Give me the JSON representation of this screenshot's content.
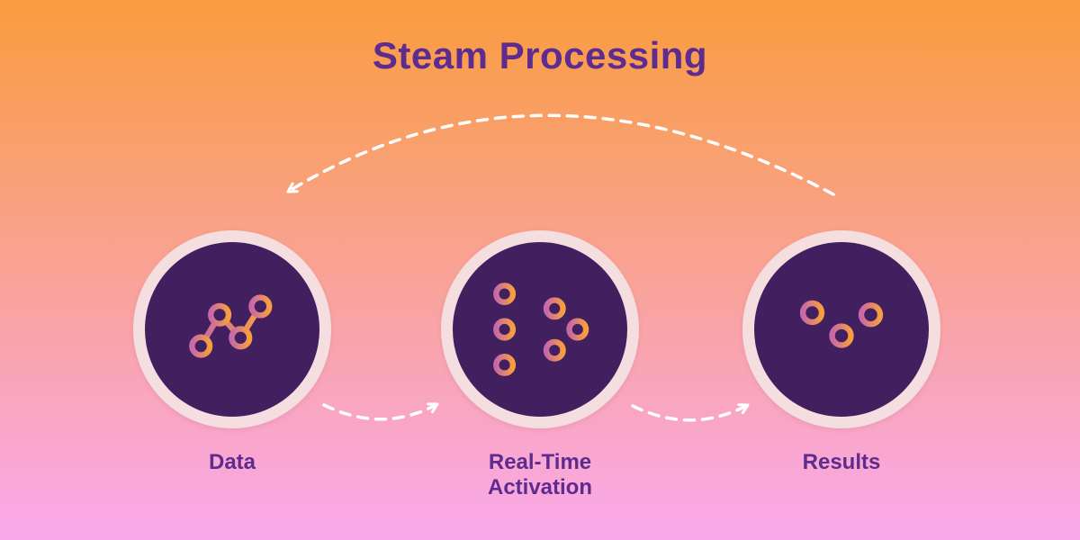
{
  "title": "Steam Processing",
  "steps": [
    {
      "label": "Data",
      "icon": "line-chart-icon"
    },
    {
      "label": "Real-Time Activation",
      "icon": "flow-tree-icon"
    },
    {
      "label": "Results",
      "icon": "sliders-icon"
    }
  ],
  "arrows": [
    {
      "name": "cycle-arrow",
      "from": "Results",
      "to": "Data",
      "style": "dashed-curved"
    },
    {
      "name": "flow-arrow-1-2",
      "from": "Data",
      "to": "Real-Time Activation",
      "style": "dashed-curved"
    },
    {
      "name": "flow-arrow-2-3",
      "from": "Real-Time Activation",
      "to": "Results",
      "style": "dashed-curved"
    }
  ],
  "colors": {
    "bg_top": "#F99C3E",
    "bg_bottom": "#F9A9EC",
    "title_color": "#5E2B8F",
    "label_color": "#5E2B8F",
    "circle_fill": "#42205F",
    "circle_ring": "#F5DEDF",
    "icon_pink": "#C768A8",
    "icon_orange": "#F89F3D",
    "arrow_color": "#FFFFFF"
  }
}
